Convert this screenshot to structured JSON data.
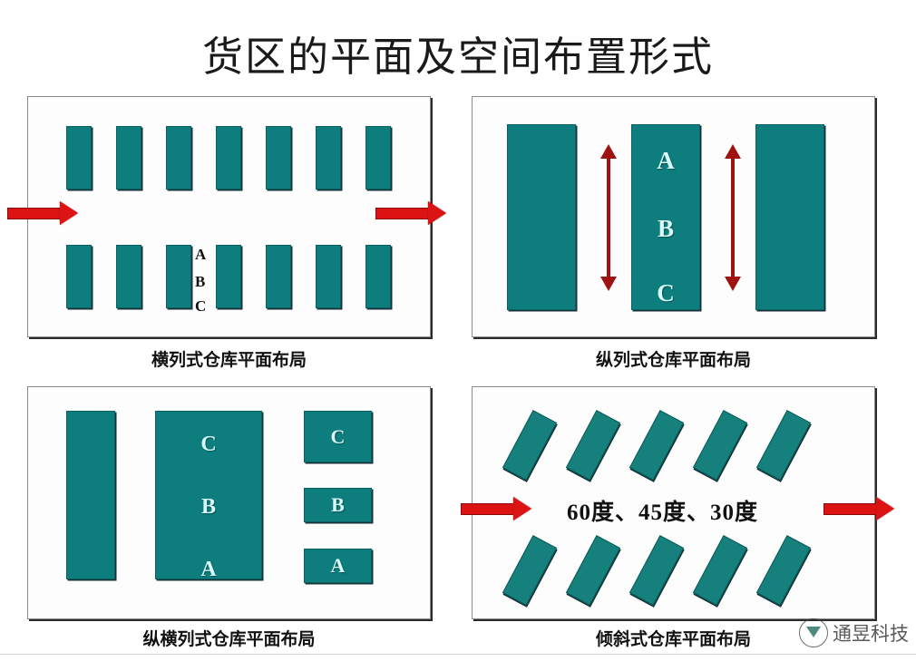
{
  "title": "货区的平面及空间布置形式",
  "colors": {
    "shelf_fill": "#0d7d7d",
    "shelf_stroke": "#0a6060",
    "arrow_red": "#dc1313",
    "arrow_red_dark": "#9f1212",
    "panel_border": "#8a8a8a",
    "label_white": "#d9fbfb",
    "label_black": "#111111"
  },
  "panels": [
    {
      "id": "panel-1",
      "caption": "横列式仓库平面布局",
      "layout_type": "transverse-rows",
      "top_row_count": 7,
      "bottom_row_count": 7,
      "abc_labels": [
        "A",
        "B",
        "C"
      ],
      "abc_label_color": "black",
      "arrows": [
        "left-entry-arrow",
        "right-exit-arrow"
      ]
    },
    {
      "id": "panel-2",
      "caption": "纵列式仓库平面布局",
      "layout_type": "longitudinal-columns",
      "block_count": 3,
      "abc_labels": [
        "A",
        "B",
        "C"
      ],
      "abc_label_color": "white",
      "arrows": [
        "aisle-double-arrow-left",
        "aisle-double-arrow-right"
      ]
    },
    {
      "id": "panel-3",
      "caption": "纵横列式仓库平面布局",
      "layout_type": "mixed-rows-and-columns",
      "left_block_label": "",
      "center_block_labels": [
        "C",
        "B",
        "A"
      ],
      "right_block_labels": [
        "C",
        "B",
        "A"
      ]
    },
    {
      "id": "panel-4",
      "caption": "倾斜式仓库平面布局",
      "layout_type": "angled",
      "angle_note": "60度、45度、30度",
      "top_row_count": 5,
      "bottom_row_count": 5,
      "arrows": [
        "left-entry-arrow",
        "right-exit-arrow"
      ]
    }
  ],
  "watermark": {
    "text": "通昱科技",
    "logo": "triangle-circle-logo"
  }
}
